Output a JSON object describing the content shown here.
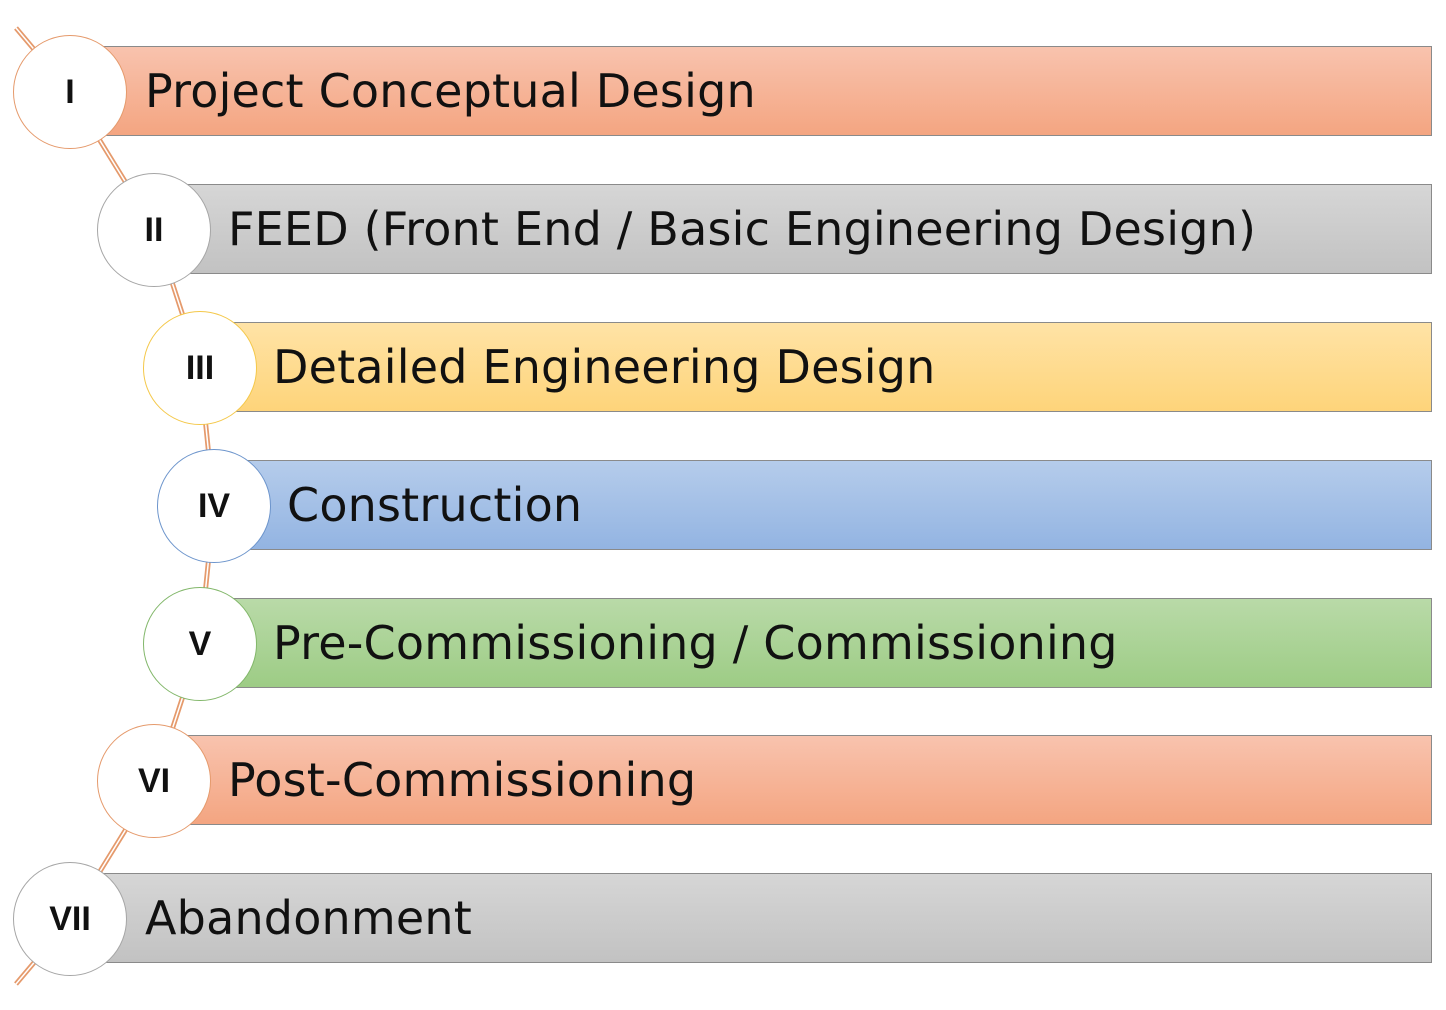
{
  "stages": [
    {
      "numeral": "I",
      "label": "Project Conceptual Design",
      "color_top": "#f8c3ae",
      "color_bottom": "#f4a581",
      "ring": "#e59a6c"
    },
    {
      "numeral": "II",
      "label": "FEED (Front End / Basic Engineering Design)",
      "color_top": "#d6d6d6",
      "color_bottom": "#c2c2c2",
      "ring": "#a6a6a6"
    },
    {
      "numeral": "III",
      "label": "Detailed Engineering Design",
      "color_top": "#ffe3a6",
      "color_bottom": "#fed47a",
      "ring": "#f4c84a"
    },
    {
      "numeral": "IV",
      "label": "Construction",
      "color_top": "#b5cceb",
      "color_bottom": "#93b4e2",
      "ring": "#6d95cc"
    },
    {
      "numeral": "V",
      "label": "Pre-Commissioning / Commissioning",
      "color_top": "#b9daa8",
      "color_bottom": "#9dcc85",
      "ring": "#82b76a"
    },
    {
      "numeral": "VI",
      "label": "Post-Commissioning",
      "color_top": "#f8c3ae",
      "color_bottom": "#f4a581",
      "ring": "#e59a6c"
    },
    {
      "numeral": "VII",
      "label": "Abandonment",
      "color_top": "#d6d6d6",
      "color_bottom": "#c2c2c2",
      "ring": "#a6a6a6"
    }
  ],
  "connector_color": "#e59a6c"
}
